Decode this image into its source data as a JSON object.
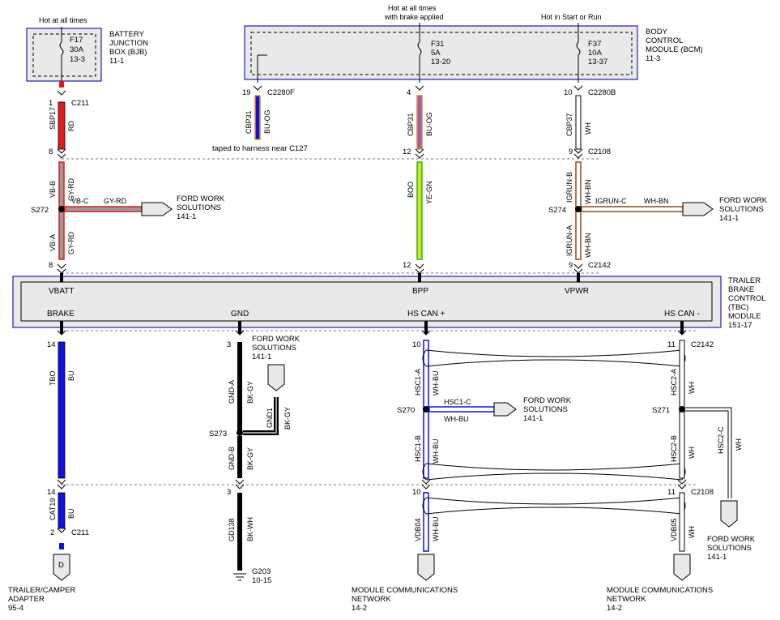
{
  "colors": {
    "module_border": "#2c2fb8",
    "module_fill": "#e9e9e9",
    "red": "#e01b1b",
    "blue": "#1010e0",
    "violet": "#9a5fc0",
    "gray": "#9a9a9a",
    "yellow": "#dede20",
    "green": "#22bb22",
    "orange": "#e08a2a",
    "white": "#ffffff",
    "brown": "#8a4a22",
    "black": "#000000"
  },
  "bjb": {
    "hot_label": "Hot at all times",
    "fuse": "F17",
    "amps": "30A",
    "ref": "13-3",
    "name": "BATTERY JUNCTION BOX (BJB)",
    "name_l1": "BATTERY",
    "name_l2": "JUNCTION",
    "name_l3": "BOX (BJB)",
    "page": "11-1"
  },
  "bcm": {
    "hot_brake_l1": "Hot at all times",
    "hot_brake_l2": "with brake applied",
    "hot_run": "Hot in Start or Run",
    "f31": "F31",
    "f31_amps": "5A",
    "f31_ref": "13-20",
    "f37": "F37",
    "f37_amps": "10A",
    "f37_ref": "13-37",
    "name_l1": "BODY",
    "name_l2": "CONTROL",
    "name_l3": "MODULE (BCM)",
    "page": "11-3"
  },
  "tbc": {
    "pins": [
      "VBATT",
      "BPP",
      "VPWR",
      "BRAKE",
      "GND",
      "HS CAN +",
      "HS CAN -"
    ],
    "name_l1": "TRAILER",
    "name_l2": "BRAKE",
    "name_l3": "CONTROL",
    "name_l4": "(TBC)",
    "name_l5": "MODULE",
    "page": "151-17"
  },
  "pin_numbers": [
    "1",
    "8",
    "8",
    "19",
    "4",
    "12",
    "12",
    "10",
    "9",
    "9",
    "14",
    "14",
    "2",
    "3",
    "3",
    "10",
    "10",
    "11",
    "11"
  ],
  "connectors": [
    "C211",
    "C2280F",
    "C2280B",
    "C2108",
    "C2142",
    "C2142",
    "C2108",
    "C211"
  ],
  "splices": [
    "S272",
    "S274",
    "S273",
    "S270",
    "S271"
  ],
  "circuits": {
    "sbp17": "SBP17",
    "rd": "RD",
    "vbb": "VB-B",
    "gyrd": "GY-RD",
    "vbc": "VB-C",
    "vba": "VB-A",
    "cbp31": "CBP31",
    "buog": "BU-OG",
    "cbp37": "CBP37",
    "wh": "WH",
    "boo": "BOO",
    "yegn": "YE-GN",
    "igrunb": "IGRUN-B",
    "whbn": "WH-BN",
    "igrunc": "IGRUN-C",
    "igruna": "IGRUN-A",
    "tbo": "TBO",
    "bu": "BU",
    "cat19": "CAT19",
    "gnda": "GND-A",
    "bkgy": "BK-GY",
    "gnd1": "GND1",
    "gndb": "GND-B",
    "gd138": "GD138",
    "bkwh": "BK-WH",
    "hsc1a": "HSC1-A",
    "whbu": "WH-BU",
    "hsc1c": "HSC1-C",
    "hsc1b": "HSC1-B",
    "vdb04": "VDB04",
    "hsc2a": "HSC2-A",
    "hsc2b": "HSC2-B",
    "hsc2c": "HSC2-C",
    "vdb05": "VDB05"
  },
  "notes": {
    "taped": "taped to harness near C127"
  },
  "refs": {
    "fws_l1": "FORD WORK",
    "fws_l2": "SOLUTIONS",
    "fws_page": "141-1",
    "trailer_l1": "TRAILER/CAMPER",
    "trailer_l2": "ADAPTER",
    "trailer_page": "95-4",
    "trailer_letter": "D",
    "mcn_l1": "MODULE COMMUNICATIONS",
    "mcn_l2": "NETWORK",
    "mcn_page": "14-2",
    "ground": "G203",
    "ground_page": "10-15"
  }
}
